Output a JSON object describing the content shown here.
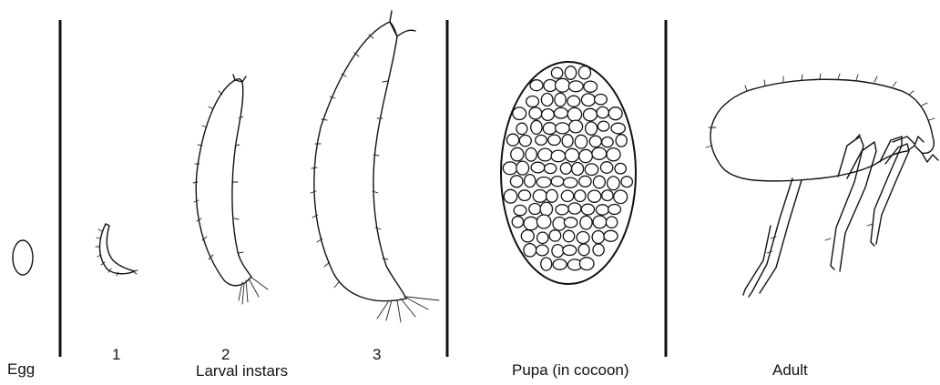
{
  "labels": {
    "egg": "Egg",
    "instar1": "1",
    "instar2": "2",
    "instar3": "3",
    "larval": "Larval instars",
    "pupa": "Pupa (in cocoon)",
    "adult": "Adult"
  }
}
